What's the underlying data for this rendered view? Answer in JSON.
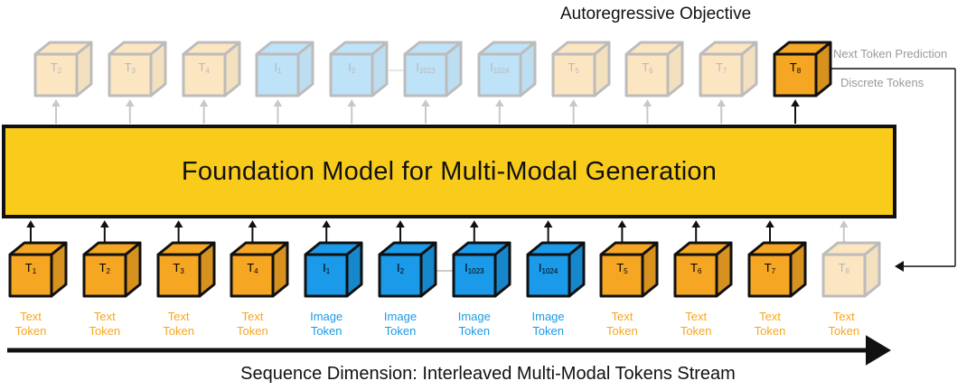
{
  "objective_title": "Autoregressive Objective",
  "next_token_label": "Next Token Prediction",
  "discrete_tokens_label": "Discrete Tokens",
  "model_title": "Foundation Model for Multi-Modal Generation",
  "sequence_label": "Sequence Dimension: Interleaved Multi-Modal Tokens Stream",
  "colors": {
    "text_token": "#f5a623",
    "image_token": "#1a9ae8",
    "model": "#f9cb1b"
  },
  "output_tokens": [
    {
      "base": "T",
      "sub": "2",
      "kind": "text",
      "faded": true
    },
    {
      "base": "T",
      "sub": "3",
      "kind": "text",
      "faded": true
    },
    {
      "base": "T",
      "sub": "4",
      "kind": "text",
      "faded": true
    },
    {
      "base": "I",
      "sub": "1",
      "kind": "image",
      "faded": true
    },
    {
      "base": "I",
      "sub": "2",
      "kind": "image",
      "faded": true
    },
    {
      "base": "I",
      "sub": "1023",
      "kind": "image",
      "faded": true
    },
    {
      "base": "I",
      "sub": "1024",
      "kind": "image",
      "faded": true
    },
    {
      "base": "T",
      "sub": "5",
      "kind": "text",
      "faded": true
    },
    {
      "base": "T",
      "sub": "6",
      "kind": "text",
      "faded": true
    },
    {
      "base": "T",
      "sub": "7",
      "kind": "text",
      "faded": true
    },
    {
      "base": "T",
      "sub": "8",
      "kind": "text",
      "faded": false
    }
  ],
  "input_tokens": [
    {
      "base": "T",
      "sub": "1",
      "kind": "text",
      "faded": false,
      "caption": [
        "Text",
        "Token"
      ]
    },
    {
      "base": "T",
      "sub": "2",
      "kind": "text",
      "faded": false,
      "caption": [
        "Text",
        "Token"
      ]
    },
    {
      "base": "T",
      "sub": "3",
      "kind": "text",
      "faded": false,
      "caption": [
        "Text",
        "Token"
      ]
    },
    {
      "base": "T",
      "sub": "4",
      "kind": "text",
      "faded": false,
      "caption": [
        "Text",
        "Token"
      ]
    },
    {
      "base": "I",
      "sub": "1",
      "kind": "image",
      "faded": false,
      "caption": [
        "Image",
        "Token"
      ]
    },
    {
      "base": "I",
      "sub": "2",
      "kind": "image",
      "faded": false,
      "caption": [
        "Image",
        "Token"
      ]
    },
    {
      "base": "I",
      "sub": "1023",
      "kind": "image",
      "faded": false,
      "caption": [
        "Image",
        "Token"
      ]
    },
    {
      "base": "I",
      "sub": "1024",
      "kind": "image",
      "faded": false,
      "caption": [
        "Image",
        "Token"
      ]
    },
    {
      "base": "T",
      "sub": "5",
      "kind": "text",
      "faded": false,
      "caption": [
        "Text",
        "Token"
      ]
    },
    {
      "base": "T",
      "sub": "6",
      "kind": "text",
      "faded": false,
      "caption": [
        "Text",
        "Token"
      ]
    },
    {
      "base": "T",
      "sub": "7",
      "kind": "text",
      "faded": false,
      "caption": [
        "Text",
        "Token"
      ]
    },
    {
      "base": "T",
      "sub": "8",
      "kind": "text",
      "faded": true,
      "caption": [
        "Text",
        "Token"
      ]
    }
  ]
}
